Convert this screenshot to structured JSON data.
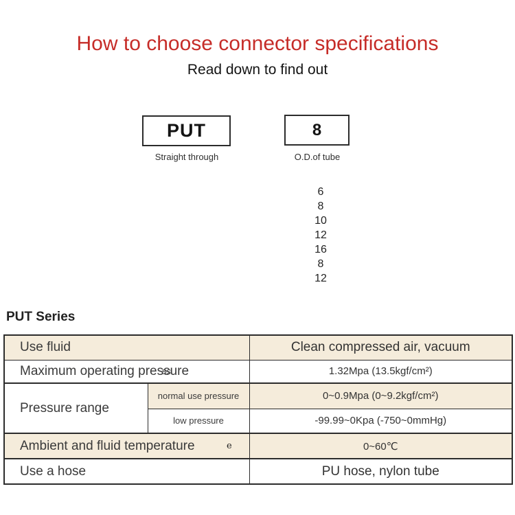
{
  "header": {
    "title": "How to choose connector specifications",
    "subtitle": "Read down to find out"
  },
  "selector": {
    "model_box": {
      "code": "PUT",
      "caption": "Straight through"
    },
    "size_box": {
      "value": "8",
      "caption": "O.D.of tube"
    },
    "size_options": [
      "6",
      "8",
      "10",
      "12",
      "16",
      "8",
      "12"
    ]
  },
  "series": {
    "heading": "PUT Series"
  },
  "spec_table": {
    "use_fluid": {
      "label": "Use fluid",
      "value": "Clean compressed air, vacuum"
    },
    "max_pressure": {
      "label": "Maximum operating pressure",
      "value": "1.32Mpa (13.5kgf/cm²)"
    },
    "pressure_range": {
      "label": "Pressure range",
      "normal": {
        "label": "normal use pressure",
        "value": "0~0.9Mpa (0~9.2kgf/cm²)"
      },
      "low": {
        "label": "low pressure",
        "value": "-99.99~0Kpa (-750~0mmHg)"
      }
    },
    "temperature": {
      "label": "Ambient and fluid temperature",
      "value": "0~60℃"
    },
    "hose": {
      "label": "Use a hose",
      "value": "PU hose, nylon tube"
    }
  },
  "artifacts": {
    "overlap_ss": "ss",
    "stray_e": "e"
  },
  "colors": {
    "title_red": "#c62c28",
    "row_beige": "#f5ecdb",
    "border_dark": "#2b2b2b",
    "text_dark": "#3a3a3a"
  }
}
